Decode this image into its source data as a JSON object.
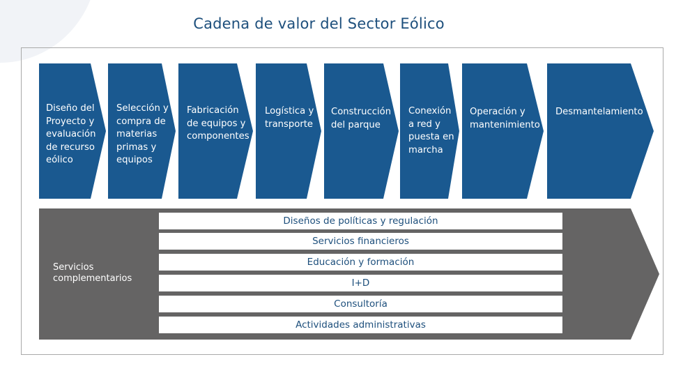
{
  "title": "Cadena de valor del Sector Eólico",
  "colors": {
    "stage_blue": "#1a5990",
    "support_gray": "#656464",
    "title_blue": "#1d4f7c"
  },
  "stages": [
    {
      "label": "Diseño del\nProyecto y\nevaluación\nde recurso\neólico"
    },
    {
      "label": "Selección y\ncompra de\nmaterias\nprimas y\nequipos"
    },
    {
      "label": "Fabricación\nde equipos y\ncomponentes"
    },
    {
      "label": "Logística y\ntransporte"
    },
    {
      "label": "Construcción\ndel parque"
    },
    {
      "label": "Conexión\na  red y\npuesta en\nmarcha"
    },
    {
      "label": "Operación y\nmantenimiento"
    },
    {
      "label": "Desmantelamiento"
    }
  ],
  "support": {
    "label": "Servicios\ncomplementarios",
    "items": [
      "Diseños de políticas y regulación",
      "Servicios financieros",
      "Educación y formación",
      "I+D",
      "Consultoría",
      "Actividades administrativas"
    ]
  }
}
